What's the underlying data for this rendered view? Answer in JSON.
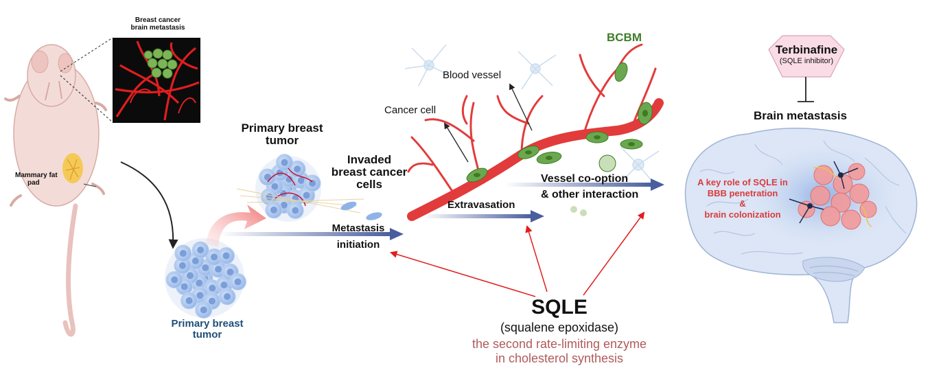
{
  "colors": {
    "vessel_red": "#e23b3b",
    "tumor_blue": "#8fb3e8",
    "cell_green": "#6aa84f",
    "arrow_blue": "#4a5e9e",
    "highlight_red": "#d93c3c",
    "bcbm_green": "#3e7d2a",
    "primary_tumor_label": "#1f4e79",
    "enzyme_text": "#b05a5a",
    "terbinafine_fill": "#fadce6"
  },
  "icons": {
    "mouse": "mouse-illustration-icon",
    "brain": "brain-illustration-icon",
    "tumor": "tumor-cell-cluster-icon",
    "vessel": "blood-vessel-icon",
    "astrocyte": "astrocyte-cell-icon",
    "inhibition": "inhibition-tbar-icon"
  },
  "inset": {
    "title_line1": "Breast cancer",
    "title_line2": "brain metastasis"
  },
  "mouse": {
    "fat_pad_line1": "Mammary fat",
    "fat_pad_line2": "pad"
  },
  "primary_tumor_bottom": {
    "line1": "Primary breast",
    "line2": "tumor"
  },
  "primary_tumor_top": {
    "line1": "Primary breast",
    "line2": "tumor"
  },
  "invaded": {
    "line1": "Invaded",
    "line2": "breast cancer",
    "line3": "cells"
  },
  "metastasis": {
    "line1": "Metastasis",
    "line2": "initiation"
  },
  "vessel_labels": {
    "cancer_cell": "Cancer cell",
    "blood_vessel": "Blood vessel",
    "bcbm": "BCBM"
  },
  "extravasation": "Extravasation",
  "cooption": {
    "line1": "Vessel co-option",
    "line2": "& other interaction"
  },
  "terbinafine": {
    "name": "Terbinafine",
    "note": "(SQLE inhibitor)"
  },
  "brain_metastasis": "Brain metastasis",
  "sqle_role": {
    "line1": "A key role of SQLE in",
    "line2": "BBB penetration",
    "line3": "&",
    "line4": "brain colonization"
  },
  "sqle": {
    "name": "SQLE",
    "full": "(squalene epoxidase)",
    "desc_line1": "the second rate-limiting enzyme",
    "desc_line2": "in cholesterol synthesis"
  }
}
